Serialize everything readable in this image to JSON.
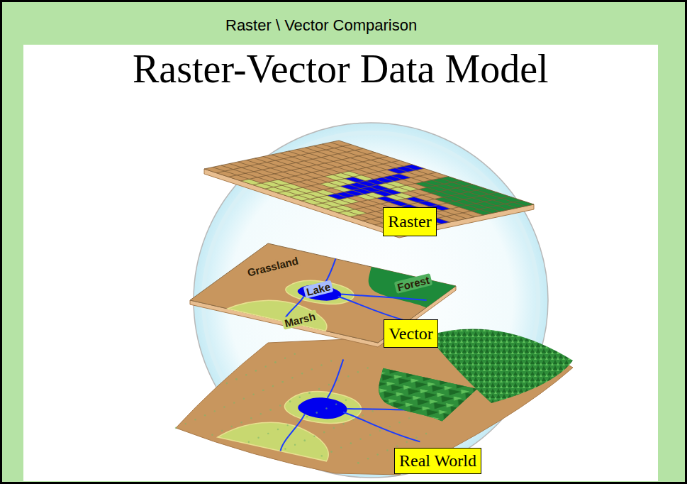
{
  "diagram": {
    "title": "Raster \\ Vector Comparison",
    "nodes": [
      {
        "text": [
          "Raster"
        ]
      },
      {
        "text": [
          "Vector"
        ]
      },
      {
        "text": [
          "Real World"
        ]
      }
    ],
    "labels": [
      "Raster-Vector Data Model",
      "Grassland",
      "Lake",
      "Forest",
      "Marsh"
    ]
  }
}
